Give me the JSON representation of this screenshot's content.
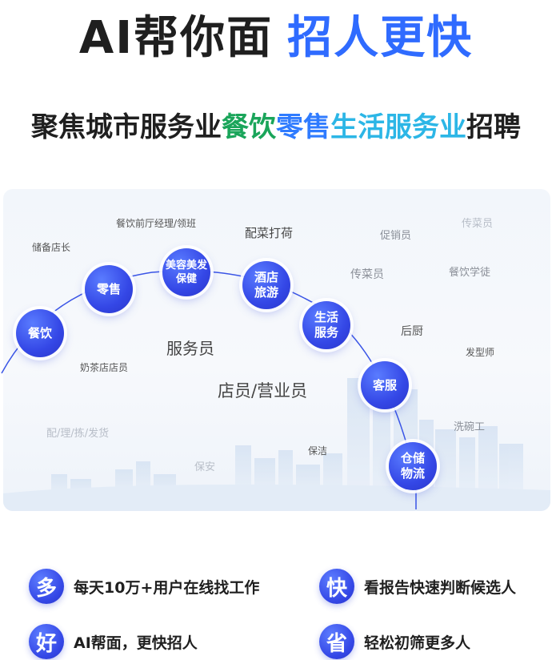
{
  "headline": {
    "part1": "AI帮你面",
    "part2": "招人更快"
  },
  "subline": {
    "prefix": "聚焦城市服务业",
    "green": "餐饮",
    "blue": "零售",
    "cyan": "生活服务业",
    "suffix": "招聘"
  },
  "categories": [
    {
      "label": "餐饮"
    },
    {
      "label": "零售"
    },
    {
      "label": "美容美发\n保健"
    },
    {
      "label": "酒店\n旅游"
    },
    {
      "label": "生活\n服务"
    },
    {
      "label": "客服"
    },
    {
      "label": "仓储\n物流"
    }
  ],
  "jobs": [
    "餐饮前厅经理/领班",
    "储备店长",
    "配菜打荷",
    "促销员",
    "传菜员",
    "传菜员",
    "餐饮学徒",
    "后厨",
    "发型师",
    "服务员",
    "奶茶店店员",
    "店员/营业员",
    "配/理/拣/发货",
    "洗碗工",
    "保洁",
    "保安"
  ],
  "features": [
    {
      "icon": "多",
      "text": "每天10万+用户在线找工作"
    },
    {
      "icon": "快",
      "text": "看报告快速判断候选人"
    },
    {
      "icon": "好",
      "text": "AI帮面，更快招人"
    },
    {
      "icon": "省",
      "text": "轻松初筛更多人"
    }
  ],
  "colors": {
    "brand_blue": "#2f6bff",
    "green": "#1aa55a",
    "cyan": "#2cb6e6",
    "bubble": "#3447e6"
  }
}
